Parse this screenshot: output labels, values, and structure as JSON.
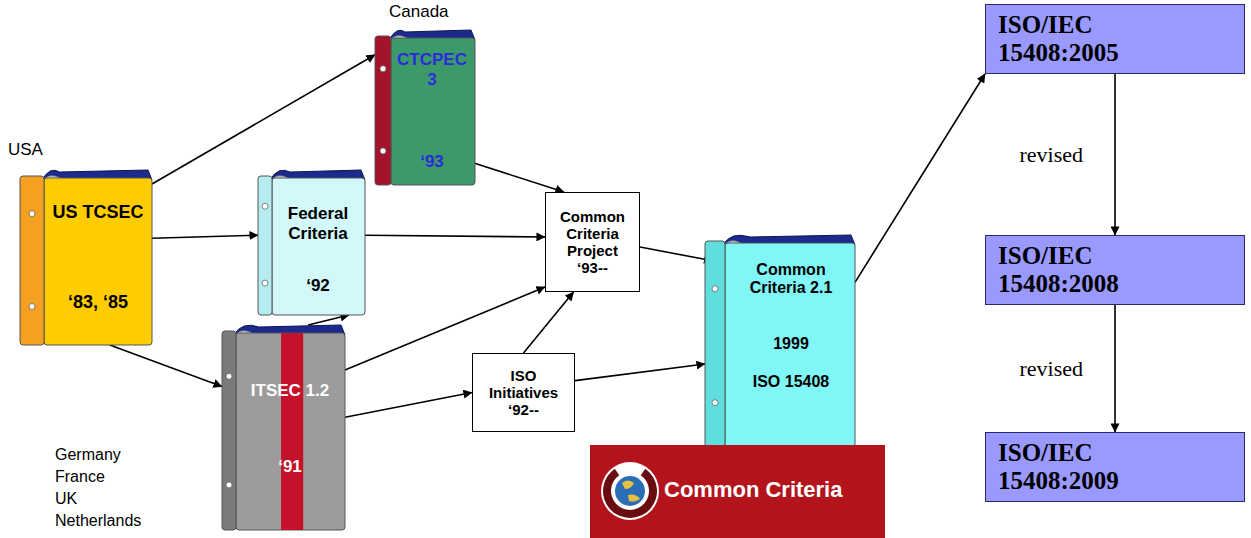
{
  "diagram": {
    "nodes": [
      {
        "text": [
          "USA",
          "US TCSEC",
          "‘83, ‘85"
        ]
      },
      {
        "text": [
          "Canada",
          "CTCPEC 3",
          "‘93"
        ]
      },
      {
        "text": [
          "Federal Criteria",
          "‘92"
        ]
      },
      {
        "text": [
          "ITSEC 1.2",
          "‘91"
        ]
      },
      {
        "text": [
          "Common Criteria Project",
          "‘93--"
        ]
      },
      {
        "text": [
          "ISO Initiatives",
          "‘92--"
        ]
      },
      {
        "text": [
          "Common Criteria 2.1",
          "1999",
          "ISO 15408"
        ]
      },
      {
        "text": [
          "Common Criteria"
        ]
      },
      {
        "text": [
          "ISO/IEC 15408:2005"
        ]
      },
      {
        "text": [
          "ISO/IEC 15408:2008"
        ]
      },
      {
        "text": [
          "ISO/IEC 15408:2009"
        ]
      }
    ],
    "edges": [
      {
        "from": 0,
        "to": 1,
        "arrow": "to"
      },
      {
        "from": 0,
        "to": 2,
        "arrow": "to"
      },
      {
        "from": 0,
        "to": 3,
        "arrow": "to"
      },
      {
        "from": 3,
        "to": 2,
        "arrow": "to"
      },
      {
        "from": 1,
        "to": 4,
        "arrow": "to"
      },
      {
        "from": 2,
        "to": 4,
        "arrow": "to"
      },
      {
        "from": 3,
        "to": 4,
        "arrow": "to"
      },
      {
        "from": 3,
        "to": 5,
        "arrow": "to"
      },
      {
        "from": 5,
        "to": 4,
        "arrow": "to"
      },
      {
        "from": 5,
        "to": 6,
        "arrow": "to"
      },
      {
        "from": 4,
        "to": 6,
        "arrow": "to"
      },
      {
        "from": 6,
        "to": 8,
        "arrow": "to"
      },
      {
        "from": 8,
        "to": 9,
        "label": "revised",
        "arrow": "to"
      },
      {
        "from": 9,
        "to": 10,
        "label": "revised",
        "arrow": "to"
      }
    ],
    "labels": [
      "Germany",
      "France",
      "UK",
      "Netherlands"
    ]
  }
}
